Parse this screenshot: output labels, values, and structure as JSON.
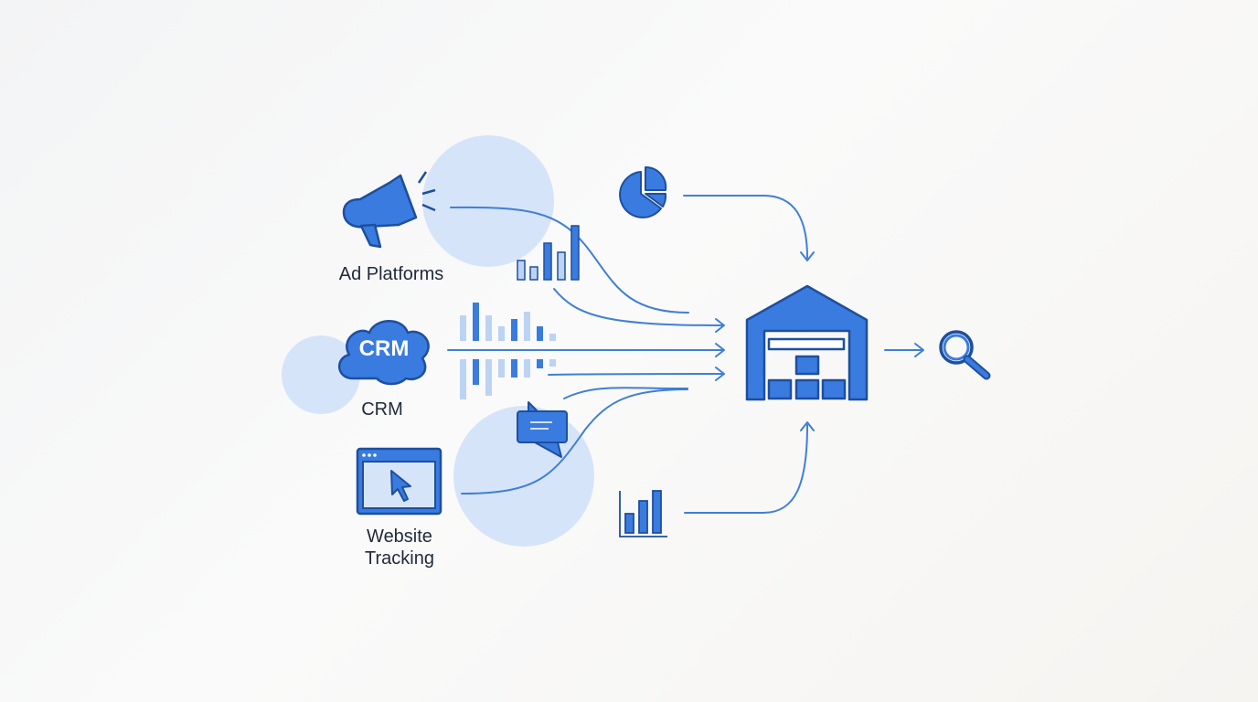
{
  "sources": [
    {
      "id": "ad-platforms",
      "label": "Ad Platforms",
      "icon": "megaphone-icon"
    },
    {
      "id": "crm",
      "label": "CRM",
      "icon": "crm-cloud-icon",
      "icon_text": "CRM"
    },
    {
      "id": "website-tracking",
      "label_line1": "Website",
      "label_line2": "Tracking",
      "icon": "browser-cursor-icon"
    }
  ],
  "destination": {
    "icon": "warehouse-icon"
  },
  "output": {
    "icon": "search-icon"
  },
  "colors": {
    "accent": "#3a7be0",
    "accent_dark": "#1d4f9e",
    "light_bar": "#bcd3f3",
    "circle": "#d6e4fa",
    "text": "#1e2a3a"
  }
}
